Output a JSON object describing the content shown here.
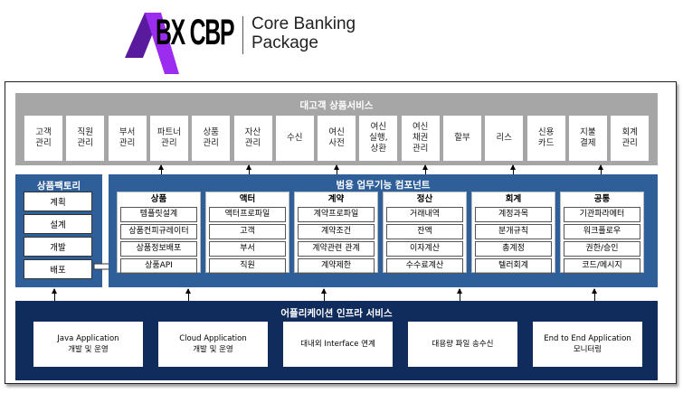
{
  "header": {
    "brand": "BX CBP",
    "tagline_line1": "Core Banking",
    "tagline_line2": "Package"
  },
  "customer_services": {
    "title": "대고객 상품서비스",
    "items": [
      "고객\n관리",
      "직원\n관리",
      "부서\n관리",
      "파트너\n관리",
      "상품\n관리",
      "자산\n관리",
      "수신",
      "여신\n사전",
      "여신\n실행,\n상환",
      "여신\n채권\n관리",
      "할부",
      "리스",
      "신용\n카드",
      "지불\n결제",
      "회계\n관리"
    ]
  },
  "product_factory": {
    "title": "상품팩토리",
    "items": [
      "계획",
      "설계",
      "개발",
      "배포"
    ]
  },
  "general_components": {
    "title": "범용 업무기능 컴포넌트",
    "groups": [
      {
        "title": "상품",
        "items": [
          "템플릿설계",
          "상품컨피규레이터",
          "상품정보배포",
          "상품API"
        ]
      },
      {
        "title": "액터",
        "items": [
          "액터프로파일",
          "고객",
          "부서",
          "직원"
        ]
      },
      {
        "title": "계약",
        "items": [
          "계약프로파일",
          "계약조건",
          "계약관련 관계",
          "계약제한"
        ]
      },
      {
        "title": "정산",
        "items": [
          "거래내역",
          "잔액",
          "이자계산",
          "수수료계산"
        ]
      },
      {
        "title": "회계",
        "items": [
          "계정과목",
          "분개규칙",
          "총계정",
          "텔러회계"
        ]
      },
      {
        "title": "공통",
        "items": [
          "기관파라메터",
          "워크플로우",
          "권한/승인",
          "코드/메시지"
        ]
      }
    ]
  },
  "infra": {
    "title": "어플리케이션 인프라 서비스",
    "items": [
      "Java Application\n개발 및 운영",
      "Cloud Application\n개발 및 운영",
      "대내외 Interface 연계",
      "대용량 파일 송수신",
      "End to End Application\n모니터링"
    ]
  },
  "colors": {
    "purple": "#7b1fd6",
    "gray": "#a6a6a6",
    "blue": "#2f5f98",
    "navy": "#0f2c5c"
  }
}
